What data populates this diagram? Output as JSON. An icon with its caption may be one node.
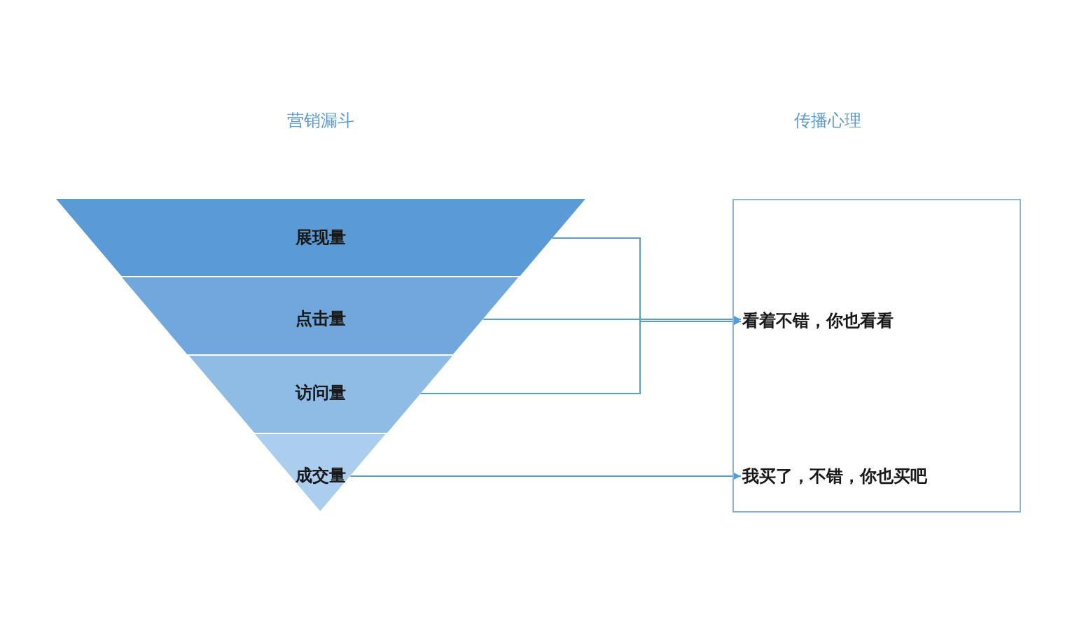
{
  "diagram": {
    "nodes": [
      {
        "text": [
          "展现量"
        ]
      },
      {
        "text": [
          "点击量"
        ]
      },
      {
        "text": [
          "访问量"
        ]
      },
      {
        "text": [
          "成交量"
        ]
      },
      {
        "text": [],
        "shape": "box"
      },
      {
        "text": [
          "看着不错，你也看看"
        ],
        "in": 4
      },
      {
        "text": [
          "我买了，不错，你也买吧"
        ],
        "in": 4
      }
    ],
    "edges": [
      {
        "from": 0,
        "to": 5,
        "arrow": "to"
      },
      {
        "from": 1,
        "to": 5,
        "arrow": "to"
      },
      {
        "from": 2,
        "to": 5,
        "arrow": "to"
      },
      {
        "from": 3,
        "to": 6,
        "arrow": "to"
      }
    ],
    "labels": [
      "营销漏斗",
      "传播心理"
    ]
  }
}
